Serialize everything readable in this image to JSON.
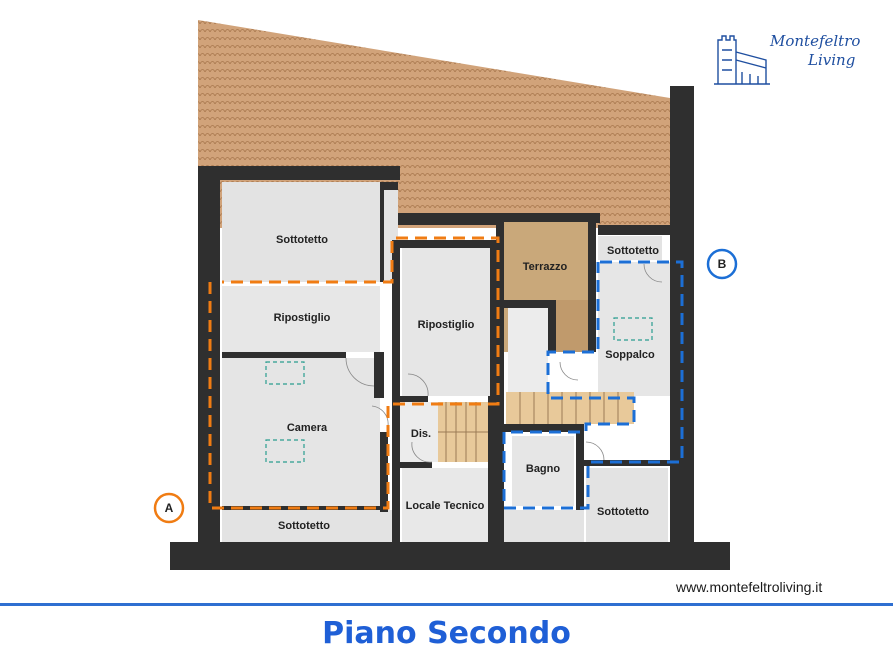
{
  "brand": {
    "name_line1": "Montefeltro",
    "name_line2": "Living",
    "website": "www.montefeltroliving.it"
  },
  "footer": {
    "title": "Piano Secondo"
  },
  "markers": {
    "a": "A",
    "b": "B"
  },
  "rooms": {
    "sottotetto_top_left": "Sottotetto",
    "ripostiglio_left": "Ripostiglio",
    "camera": "Camera",
    "sottotetto_bottom_left": "Sottotetto",
    "ripostiglio_center": "Ripostiglio",
    "dis": "Dis.",
    "locale_tecnico": "Locale Tecnico",
    "terrazzo": "Terrazzo",
    "sottotetto_top_right": "Sottotetto",
    "soppalco": "Soppalco",
    "bagno": "Bagno",
    "sottotetto_bottom_right": "Sottotetto"
  },
  "colors": {
    "wall": "#2f2f2f",
    "roof": "#d1a37a",
    "terrace": "#c9a87a",
    "stairs": "#e8c99a",
    "floor": "#e4e4e4",
    "orange_boundary": "#f07c13",
    "blue_boundary": "#1c6fd6",
    "brand_blue": "#1f5fd6"
  }
}
